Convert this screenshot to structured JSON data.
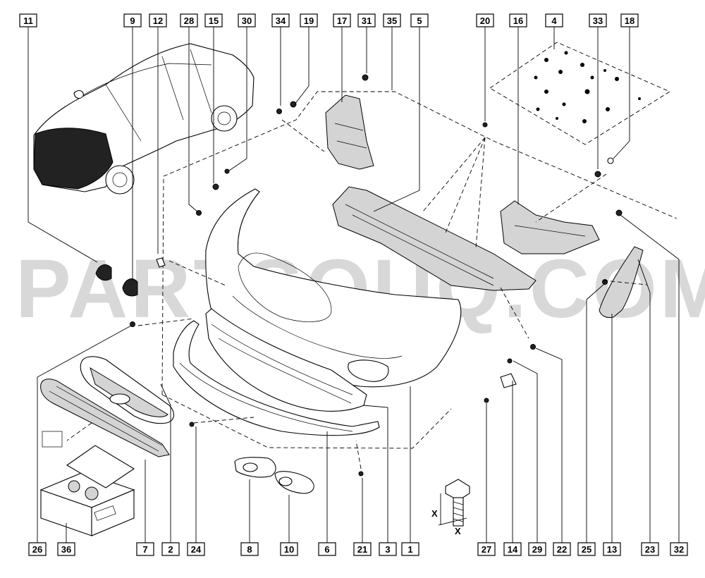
{
  "diagram": {
    "watermark": "PARTSOUQ.COM",
    "dimension_label": "X",
    "callouts_top": [
      "11",
      "9",
      "12",
      "28",
      "15",
      "30",
      "34",
      "19",
      "17",
      "31",
      "35",
      "5",
      "20",
      "16",
      "4",
      "33",
      "18"
    ],
    "callouts_bottom": [
      "26",
      "36",
      "7",
      "2",
      "24",
      "8",
      "10",
      "6",
      "21",
      "3",
      "1",
      "27",
      "14",
      "29",
      "22",
      "25",
      "13",
      "23",
      "32"
    ]
  }
}
